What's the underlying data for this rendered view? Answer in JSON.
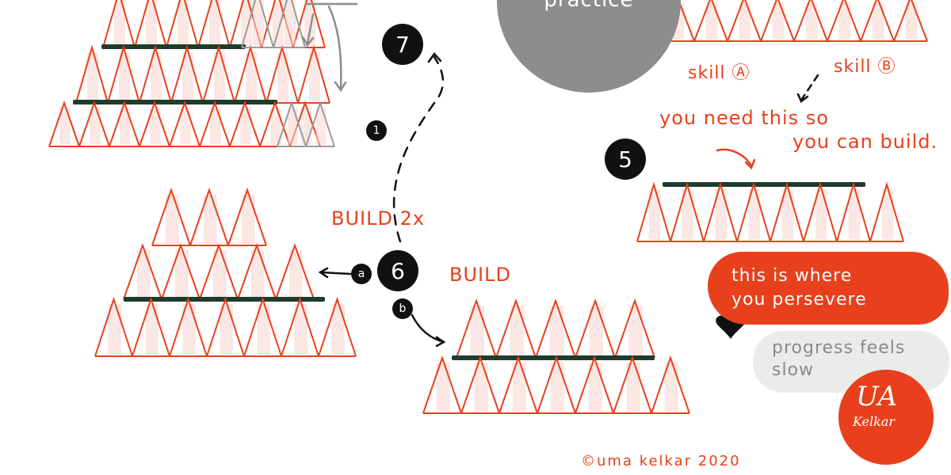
{
  "practice": {
    "label": "practice"
  },
  "steps": {
    "one": "1",
    "five": "5",
    "six": "6",
    "seven": "7",
    "a": "a",
    "b": "b"
  },
  "labels": {
    "skill_a": "skill Ⓐ",
    "skill_b": "skill Ⓑ",
    "need_line1": "you need this so",
    "need_line2": "you can build.",
    "build_2x": "BUILD 2x",
    "build": "BUILD"
  },
  "bubbles": {
    "persevere_line1": "this is where",
    "persevere_line2": "you persevere",
    "progress_line1": "progress feels",
    "progress_line2": "slow"
  },
  "logo": {
    "mark": "UA",
    "name": "Kelkar"
  },
  "copyright": "©uma kelkar 2020",
  "colors": {
    "accent": "#e8401c",
    "dark_green": "#1f3b2c",
    "grey": "#8d8d8d"
  },
  "icons": [
    "heart-icon",
    "arrow-icon"
  ]
}
